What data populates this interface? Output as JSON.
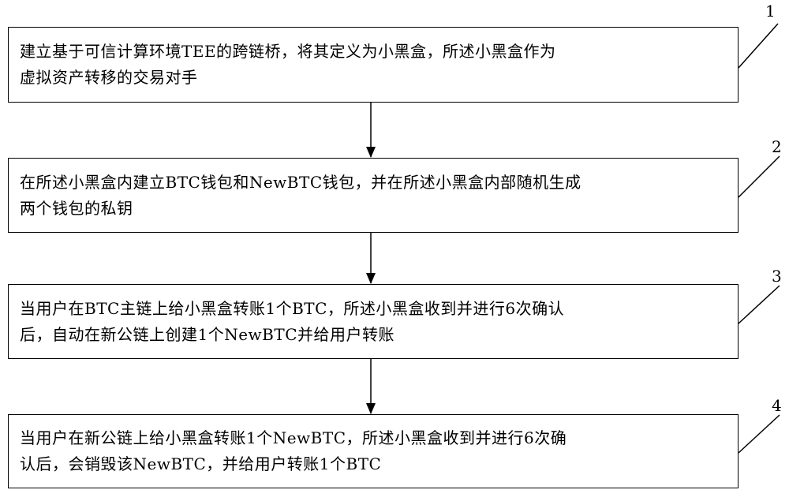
{
  "steps": [
    {
      "number": "1",
      "line1": "建立基于可信计算环境TEE的跨链桥，将其定义为小黑盒，所述小黑盒作为",
      "line2": "虚拟资产转移的交易对手"
    },
    {
      "number": "2",
      "line1": "在所述小黑盒内建立BTC钱包和NewBTC钱包，并在所述小黑盒内部随机生成",
      "line2": "两个钱包的私钥"
    },
    {
      "number": "3",
      "line1": "当用户在BTC主链上给小黑盒转账1个BTC，所述小黑盒收到并进行6次确认",
      "line2": "后，自动在新公链上创建1个NewBTC并给用户转账"
    },
    {
      "number": "4",
      "line1": "当用户在新公链上给小黑盒转账1个NewBTC，所述小黑盒收到并进行6次确",
      "line2": "认后，会销毁该NewBTC，并给用户转账1个BTC"
    }
  ]
}
